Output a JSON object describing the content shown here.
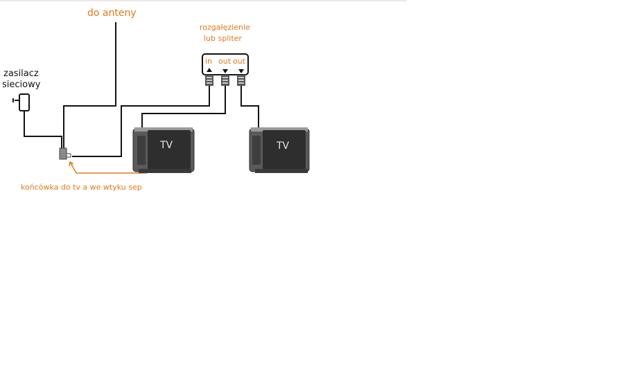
{
  "labels": {
    "antenna": "do anteny",
    "power_supply_line1": "zasilacz",
    "power_supply_line2": "sieciowy",
    "splitter_line1": "rozgałęzienie",
    "splitter_line2": "lub spliter",
    "port_in": "in",
    "port_out1": "out",
    "port_out2": "out",
    "tv1": "TV",
    "tv2": "TV",
    "end_piece": "końcówka do tv a we wtyku sep"
  },
  "colors": {
    "accent": "#e07a1a",
    "line": "#111111"
  }
}
